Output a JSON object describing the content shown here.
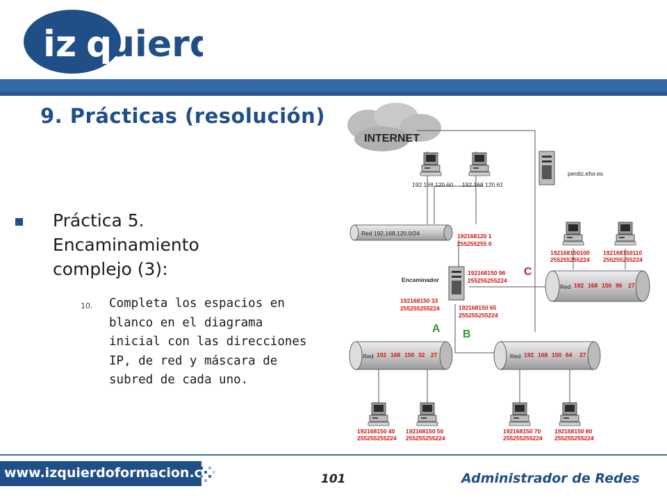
{
  "brand": {
    "logo_text_a": "iz",
    "logo_text_b": "q",
    "logo_text_c": "uierdo"
  },
  "slide": {
    "title": "9. Prácticas (resolución)",
    "bullet_1": "Práctica 5. Encaminamiento complejo (3):",
    "sub_number": "10.",
    "sub_text": "Completa los espacios en blanco en el diagrama inicial con las direcciones IP, de red y máscara de subred de cada uno."
  },
  "diagram": {
    "internet_label": "INTERNET",
    "server_label": "perdiz.efor.es",
    "pc1_ip": "192.168.120.60",
    "pc2_ip": "192.168.120.61",
    "lan_top": "Red 192.168.120.0/24",
    "router_label": "Encaminador",
    "r_top_ip": "192168120  1",
    "r_top_mask": "255255255  0",
    "r_c_ip": "192168150  96",
    "r_c_mask": "255255255224",
    "r_a_ip": "192168150  33",
    "r_a_mask": "255255255224",
    "r_b_ip": "192168150  65",
    "r_b_mask": "255255255224",
    "label_a": "A",
    "label_b": "B",
    "label_c": "C",
    "net_c": {
      "prefix": "Red",
      "o1": "192",
      "o2": "168",
      "o3": "150",
      "o4": "96",
      "cidr": "27"
    },
    "net_a": {
      "prefix": "Red",
      "o1": "192",
      "o2": "168",
      "o3": "150",
      "o4": "32",
      "cidr": "27"
    },
    "net_b": {
      "prefix": "Red",
      "o1": "192",
      "o2": "168",
      "o3": "150",
      "o4": "64",
      "cidr": "27"
    },
    "pc_c1": {
      "ip": "192168150100",
      "mask": "255255255224"
    },
    "pc_c2": {
      "ip": "192168150110",
      "mask": "255255255224"
    },
    "pc_a1": {
      "ip": "192168150  40",
      "mask": "255255255224"
    },
    "pc_a2": {
      "ip": "192168150  50",
      "mask": "255255255224"
    },
    "pc_b1": {
      "ip": "192168150  70",
      "mask": "255255255224"
    },
    "pc_b2": {
      "ip": "192168150  80",
      "mask": "255255255224"
    }
  },
  "footer": {
    "url": "www.izquierdoformacion.com",
    "page": "101",
    "course": "Administrador de Redes"
  },
  "colors": {
    "brand_blue": "#1f4f86",
    "bar_blue": "#3569a8",
    "annotation_red": "#d01010"
  }
}
